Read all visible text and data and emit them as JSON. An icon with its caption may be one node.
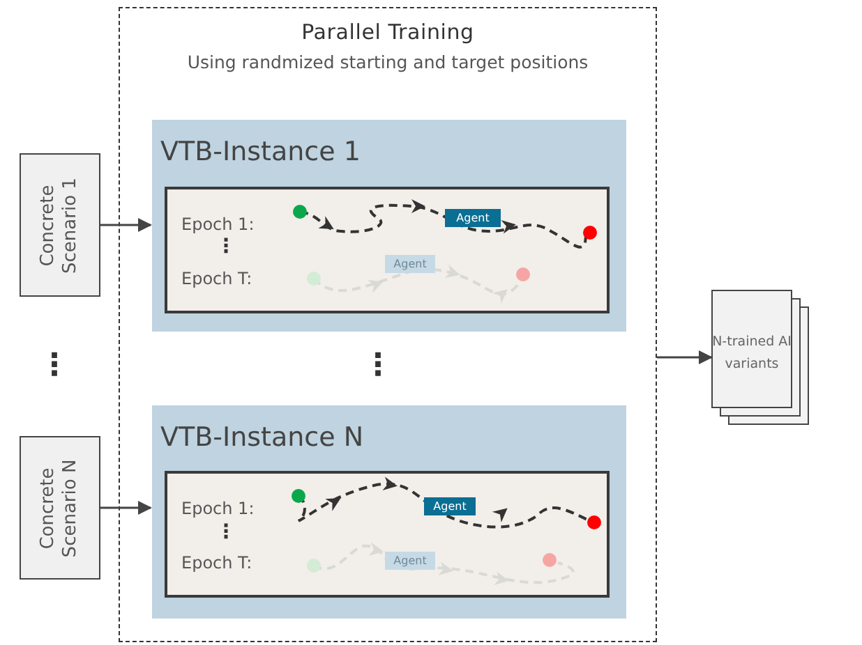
{
  "diagram": {
    "nodes": [
      {
        "text": [
          "Parallel Training",
          "Using randmized starting and target positions"
        ]
      },
      {
        "text": [
          "VTB-Instance 1"
        ],
        "in": 0
      },
      {
        "text": [
          "Epoch 1:",
          "Epoch T:"
        ],
        "in": 1
      },
      {
        "text": [
          "Agent"
        ],
        "in": 2
      },
      {
        "text": [
          "Agent"
        ],
        "in": 2
      },
      {
        "text": [
          "VTB-Instance N"
        ],
        "in": 0
      },
      {
        "text": [
          "Epoch 1:",
          "Epoch T:"
        ],
        "in": 5
      },
      {
        "text": [
          "Agent"
        ],
        "in": 6
      },
      {
        "text": [
          "Agent"
        ],
        "in": 6
      },
      {
        "text": [
          "Concrete Scenario 1"
        ]
      },
      {
        "text": [
          "Concrete Scenario N"
        ]
      },
      {
        "text": [
          "N-trained AI variants"
        ]
      }
    ],
    "edges": [
      {
        "from": 9,
        "to": 1,
        "arrow": "to"
      },
      {
        "from": 10,
        "to": 5,
        "arrow": "to"
      },
      {
        "from": 0,
        "to": 11,
        "arrow": "to"
      }
    ],
    "labels": [
      "⋮",
      "⋮",
      "⋮",
      "⋮"
    ]
  }
}
